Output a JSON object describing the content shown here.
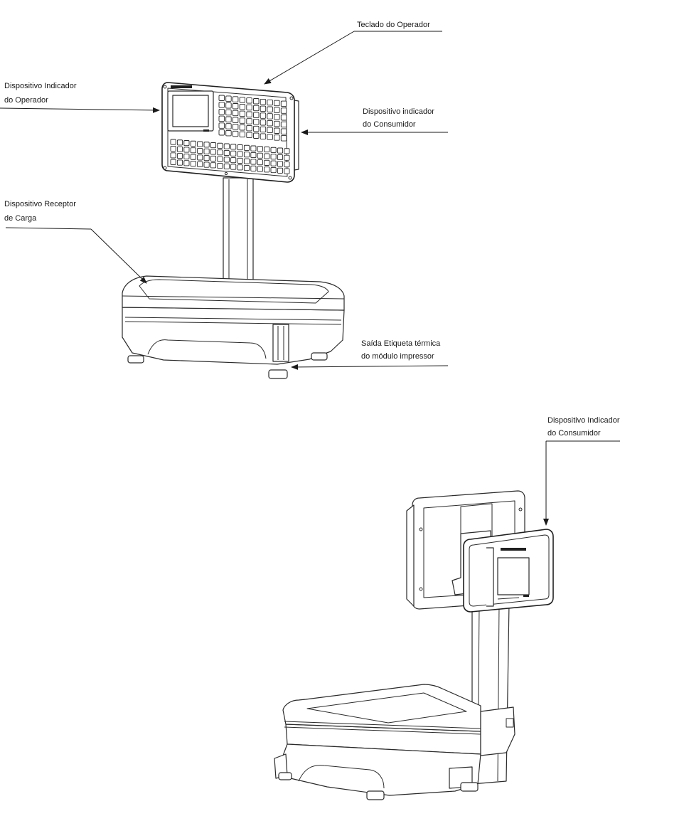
{
  "labels": {
    "teclado_operador": "Teclado do Operador",
    "indicador_operador_l1": "Dispositivo Indicador",
    "indicador_operador_l2": "do Operador",
    "indicador_consumidor_l1": "Dispositivo indicador",
    "indicador_consumidor_l2": "do Consumidor",
    "receptor_carga_l1": "Dispositivo Receptor",
    "receptor_carga_l2": "de Carga",
    "saida_etiqueta_l1": "Saída Etiqueta térmica",
    "saida_etiqueta_l2": "do módulo impressor",
    "indicador_consumidor2_l1": "Dispositivo Indicador",
    "indicador_consumidor2_l2": "do Consumidor"
  }
}
